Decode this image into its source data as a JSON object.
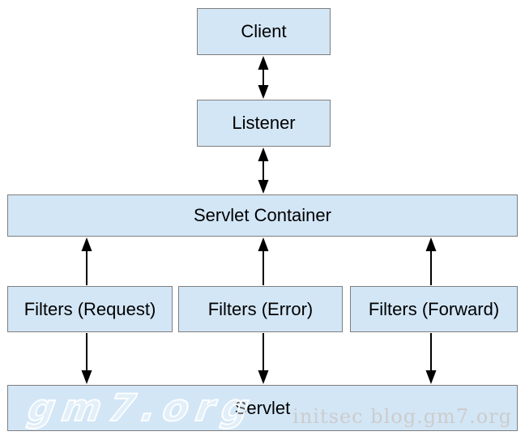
{
  "nodes": {
    "client": "Client",
    "listener": "Listener",
    "servlet_container": "Servlet Container",
    "filters_request": "Filters (Request)",
    "filters_error": "Filters (Error)",
    "filters_forward": "Filters (Forward)",
    "servlet": "Servlet"
  },
  "edges": [
    {
      "from": "client",
      "to": "listener",
      "style": "double-arrow"
    },
    {
      "from": "listener",
      "to": "servlet_container",
      "style": "double-arrow"
    },
    {
      "from": "servlet_container",
      "to": "servlet",
      "through": "filters_request",
      "style": "double-arrow"
    },
    {
      "from": "servlet_container",
      "to": "servlet",
      "through": "filters_error",
      "style": "double-arrow"
    },
    {
      "from": "servlet_container",
      "to": "servlet",
      "through": "filters_forward",
      "style": "double-arrow"
    }
  ],
  "watermarks": {
    "logo": "gm7.org",
    "credit": "initsec blog.gm7.org"
  },
  "colors": {
    "node_fill": "#d3e6f6",
    "node_border": "#7f7f7f",
    "arrow": "#000000",
    "watermark_logo": "#ffffff",
    "watermark_credit": "#cccccc",
    "background": "#ffffff"
  }
}
